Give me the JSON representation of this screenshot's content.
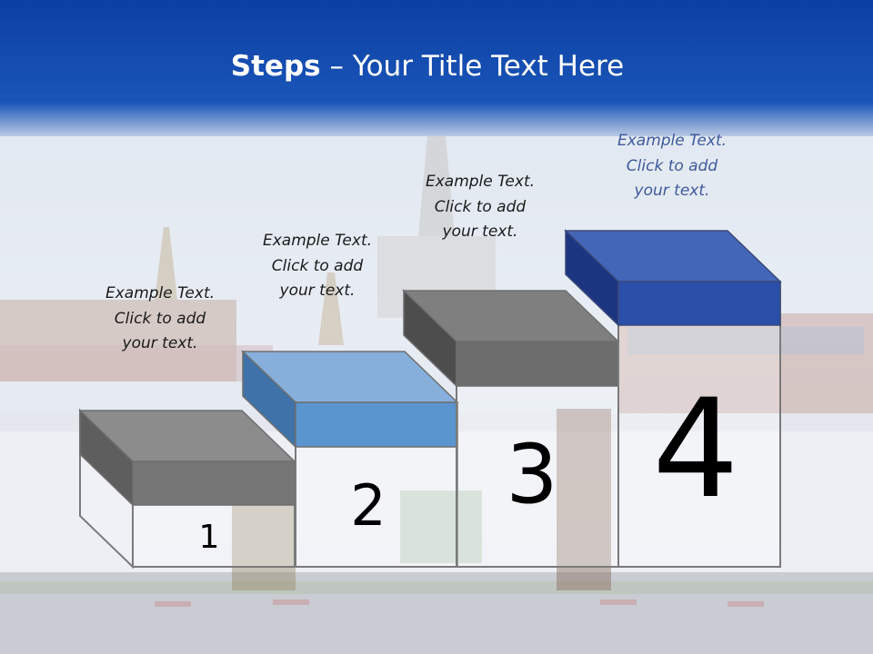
{
  "title": {
    "bold": "Steps",
    "rest": " – Your Title Text Here"
  },
  "steps": [
    {
      "number": "1",
      "caption": [
        "Example Text.",
        "Click  to add",
        "your text."
      ]
    },
    {
      "number": "2",
      "caption": [
        "Example Text.",
        "Click  to add",
        "your text."
      ]
    },
    {
      "number": "3",
      "caption": [
        "Example Text.",
        "Click  to add",
        "your text."
      ]
    },
    {
      "number": "4",
      "caption": [
        "Example Text.",
        "Click  to add",
        "your text."
      ]
    }
  ],
  "colors": {
    "header_blue": "#1346a8",
    "step1_block": "#7f7f7f",
    "step2_block": "#5b95d0",
    "step3_block": "#6d6d6d",
    "step4_block": "#2a4fa8"
  }
}
